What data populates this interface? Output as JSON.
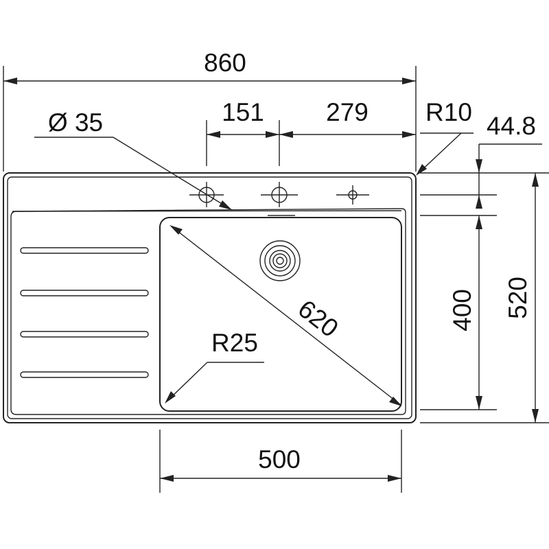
{
  "dimensions": {
    "overall_width": "860",
    "tap_offset": "151",
    "tap_to_edge": "279",
    "corner_radius": "R10",
    "top_offset": "44.8",
    "hole_diameter": "Ø 35",
    "bowl_diagonal": "620",
    "bowl_radius": "R25",
    "bowl_depth": "400",
    "overall_depth": "520",
    "bowl_width": "500"
  },
  "colors": {
    "line": "#222222",
    "text": "#111111",
    "background": "#ffffff"
  },
  "icons": [
    "tap-hole-icon",
    "drain-icon",
    "pre-punched-hole-icon"
  ]
}
